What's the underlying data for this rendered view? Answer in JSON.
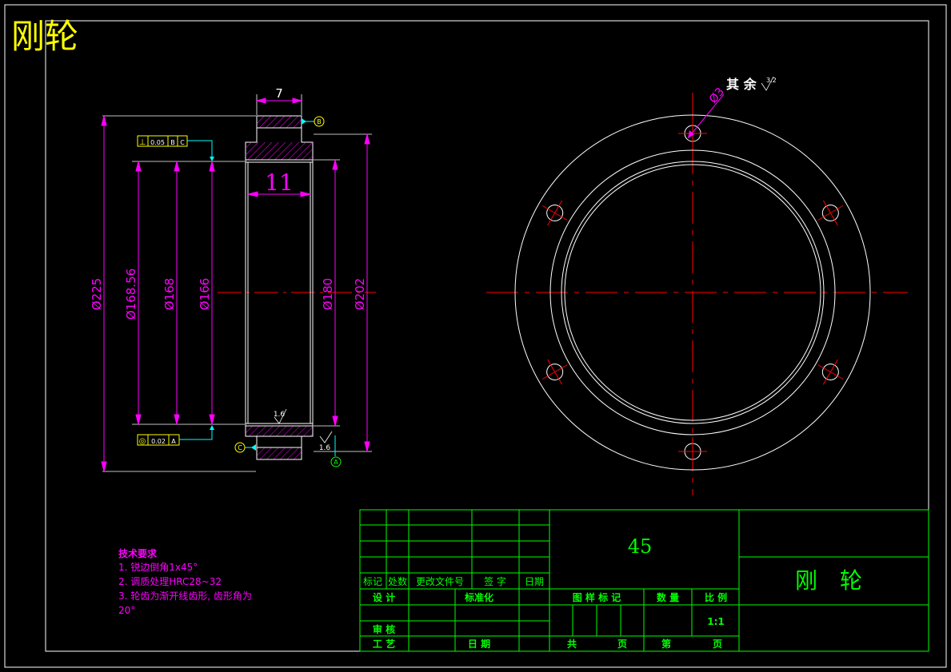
{
  "header": {
    "title": "刚轮"
  },
  "section_view": {
    "dims": {
      "d225": "Ø225",
      "d168_56": "Ø168.56",
      "d168": "Ø168",
      "d166": "Ø166",
      "d180": "Ø180",
      "d202": "Ø202",
      "width_7": "7",
      "width_11": "11"
    },
    "tolerance_perp": {
      "symbol": "⊥",
      "value": "0.05",
      "ref1": "B",
      "ref2": "C"
    },
    "tolerance_conc": {
      "symbol": "◎",
      "value": "0.02",
      "ref1": "A"
    },
    "datums": {
      "a": "A",
      "b": "B",
      "c": "C"
    },
    "roughness_inner": "1.6",
    "roughness_side": "1.6"
  },
  "front_view": {
    "hole_dim": "Ø3",
    "roughness_note_label": "其 余",
    "roughness_note_value": "3.2"
  },
  "notes": {
    "title": "技术要求",
    "lines": [
      "1. 锐边倒角1x45°",
      "2. 调质处理HRC28~32",
      "3. 轮齿为渐开线齿形, 齿形角为",
      "20°"
    ]
  },
  "title_block": {
    "material": "45",
    "part_name": "刚　轮",
    "rev_headers": [
      "标记",
      "处数",
      "更改文件号",
      "签 字",
      "日期"
    ],
    "design": "设 计",
    "standardize": "标准化",
    "review": "审 核",
    "process": "工 艺",
    "date": "日 期",
    "drawing_mark": "图 样 标 记",
    "quantity": "数 量",
    "scale_label": "比 例",
    "scale_value": "1:1",
    "total": "共",
    "sheets": "页",
    "sheet_no": "第",
    "page": "页"
  },
  "colors": {
    "frame": "#ffffff",
    "table": "#00ff00",
    "dimension": "#ff00ff",
    "centerline": "#ff0000",
    "title": "#ffff00",
    "annotation": "#00ffff",
    "hatch": "#ff00ff"
  }
}
